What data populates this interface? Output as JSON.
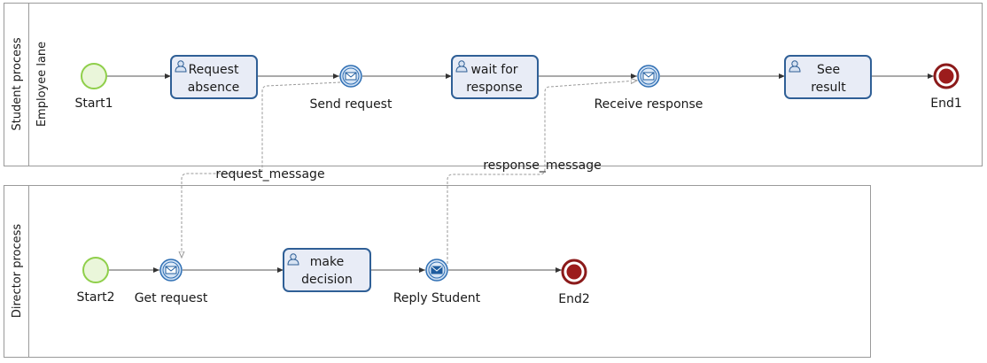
{
  "pools": {
    "student": {
      "name": "Student process",
      "lane": "Employee lane"
    },
    "director": {
      "name": "Director process"
    }
  },
  "events": {
    "start1": "Start1",
    "end1": "End1",
    "start2": "Start2",
    "end2": "End2",
    "send_request": "Send request",
    "receive_response": "Receive response",
    "get_request": "Get request",
    "reply_student": "Reply Student"
  },
  "tasks": {
    "request_absence": [
      "Request",
      "absence"
    ],
    "wait_for_response": [
      "wait for",
      "response"
    ],
    "see_result": [
      "See",
      "result"
    ],
    "make_decision": [
      "make",
      "decision"
    ]
  },
  "messages": {
    "request_message": "request_message",
    "response_message": "response_message"
  },
  "colors": {
    "task_border": "#2f5f96",
    "task_fill": "#e8ecf6",
    "start_event": "#8fcf4a",
    "end_event": "#8b1a1a",
    "message_event": "#2f6fb4"
  }
}
